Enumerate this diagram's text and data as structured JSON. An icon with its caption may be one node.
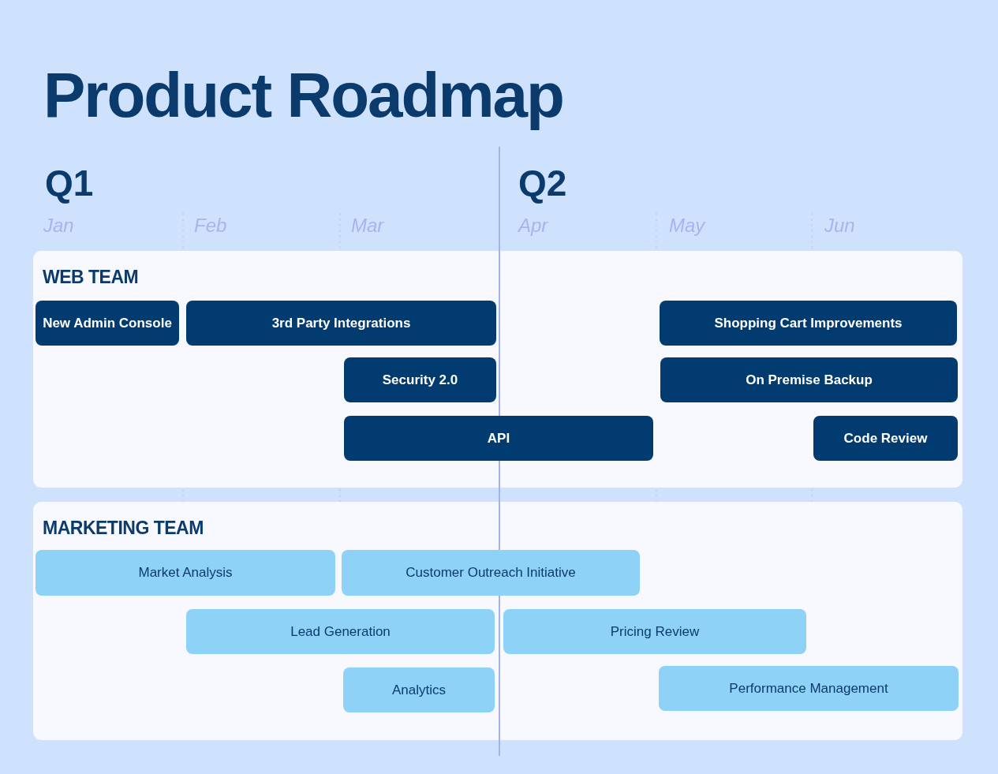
{
  "diagram": {
    "title": "Product Roadmap",
    "nodes": [
      {
        "text": [
          "WEB TEAM"
        ]
      },
      {
        "text": [
          "New Admin Console"
        ],
        "in": 0
      },
      {
        "text": [
          "3rd Party Integrations"
        ],
        "in": 0
      },
      {
        "text": [
          "Shopping Cart Improvements"
        ],
        "in": 0
      },
      {
        "text": [
          "Security 2.0"
        ],
        "in": 0
      },
      {
        "text": [
          "On Premise Backup"
        ],
        "in": 0
      },
      {
        "text": [
          "API"
        ],
        "in": 0
      },
      {
        "text": [
          "Code Review"
        ],
        "in": 0
      },
      {
        "text": [
          "MARKETING TEAM"
        ]
      },
      {
        "text": [
          "Market Analysis"
        ],
        "in": 8
      },
      {
        "text": [
          "Customer Outreach Initiative"
        ],
        "in": 8
      },
      {
        "text": [
          "Lead Generation"
        ],
        "in": 8
      },
      {
        "text": [
          "Pricing Review"
        ],
        "in": 8
      },
      {
        "text": [
          "Analytics"
        ],
        "in": 8
      },
      {
        "text": [
          "Performance Management"
        ],
        "in": 8
      }
    ],
    "edges": [],
    "labels": [
      "Q1",
      "Q2",
      "Jan",
      "Feb",
      "Mar",
      "Apr",
      "May",
      "Jun"
    ]
  }
}
